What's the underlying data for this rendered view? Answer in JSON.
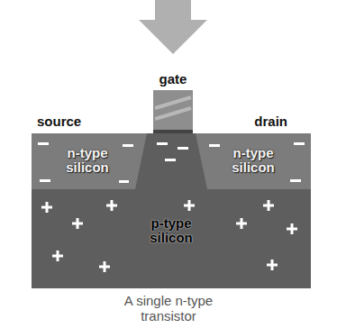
{
  "diagram": {
    "caption": "A single n-type transistor",
    "nodes": [
      {
        "text": [
          "gate"
        ]
      },
      {
        "text": [
          "p-type silicon"
        ]
      },
      {
        "text": [
          "source",
          "n-type silicon"
        ],
        "in": 1
      },
      {
        "text": [
          "drain",
          "n-type silicon"
        ],
        "in": 1
      }
    ]
  }
}
